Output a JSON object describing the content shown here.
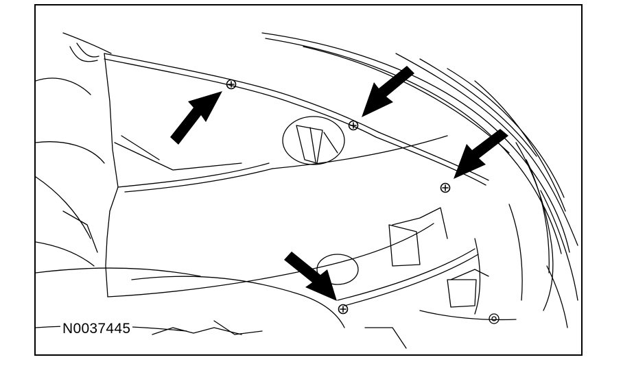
{
  "figure": {
    "id_label": "N0037445"
  },
  "colors": {
    "line": "#000000",
    "background": "#ffffff"
  },
  "callouts": {
    "count": 4,
    "marker": "fastener-bolt",
    "pointer": "arrow"
  }
}
